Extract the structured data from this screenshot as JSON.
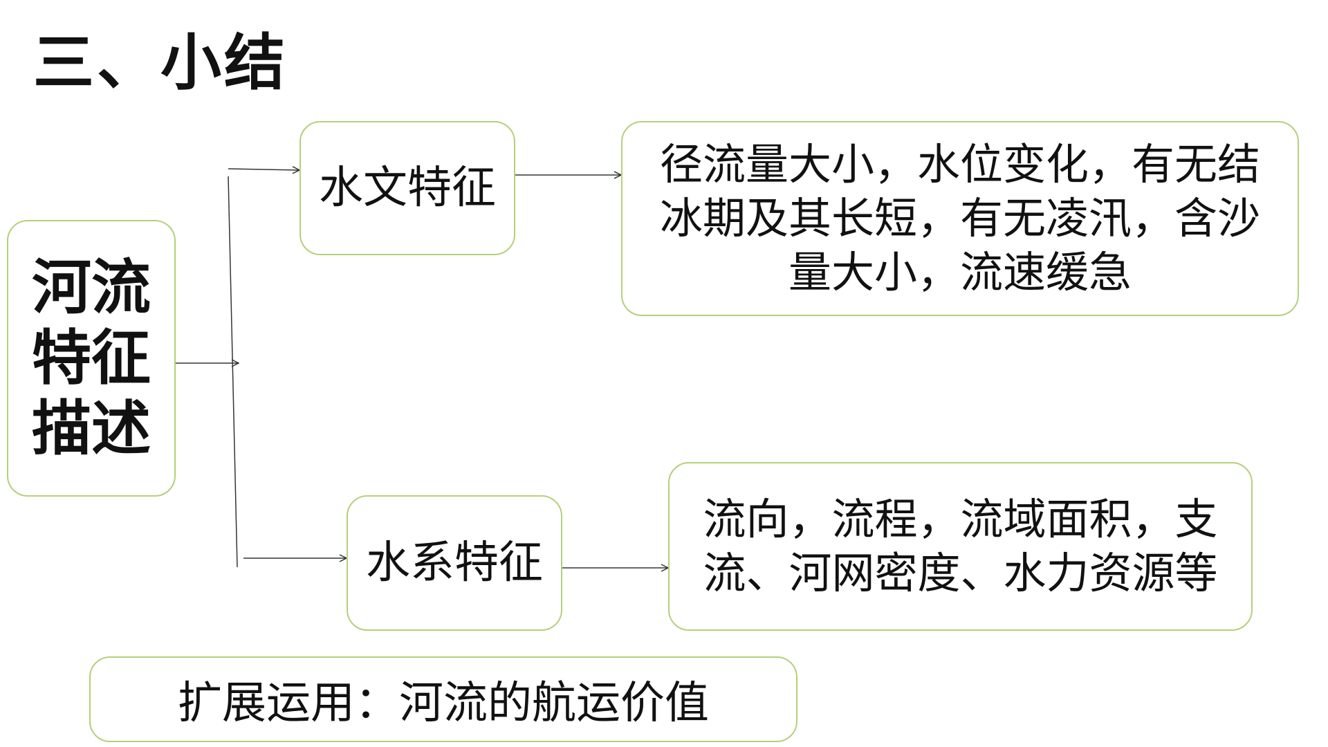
{
  "title": "三、小结",
  "root": {
    "lines": [
      "河流",
      "特征",
      "描述"
    ]
  },
  "branches": [
    {
      "label": "水文特征",
      "detail": "径流量大小，水位变化，有无结冰期及其长短，有无凌汛，含沙量大小，流速缓急"
    },
    {
      "label": "水系特征",
      "detail": "流向，流程，流域面积，支流、河网密度、水力资源等"
    }
  ],
  "extension": "扩展运用：河流的航运价值",
  "colors": {
    "box_border": "#b5cf7a",
    "line": "#333333"
  }
}
